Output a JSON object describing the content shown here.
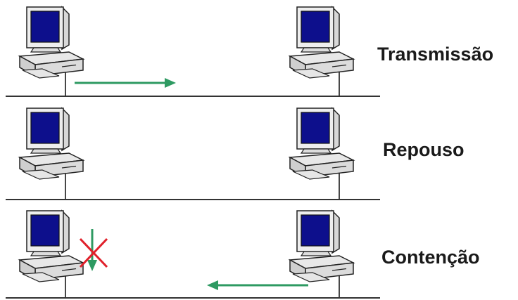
{
  "colors": {
    "bus_line": "#333333",
    "arrow_green": "#2e9a62",
    "cross_red": "#e0202a",
    "screen_blue": "#0d0f8c",
    "computer_body": "#eeeeee",
    "computer_outline": "#222222"
  },
  "rows": [
    {
      "label": "Transmissão",
      "arrow": "right",
      "collision": false
    },
    {
      "label": "Repouso",
      "arrow": "none",
      "collision": false
    },
    {
      "label": "Contenção",
      "arrow": "left",
      "collision": true
    }
  ],
  "icons": [
    "computer-icon",
    "green-arrow-icon",
    "red-x-icon"
  ]
}
